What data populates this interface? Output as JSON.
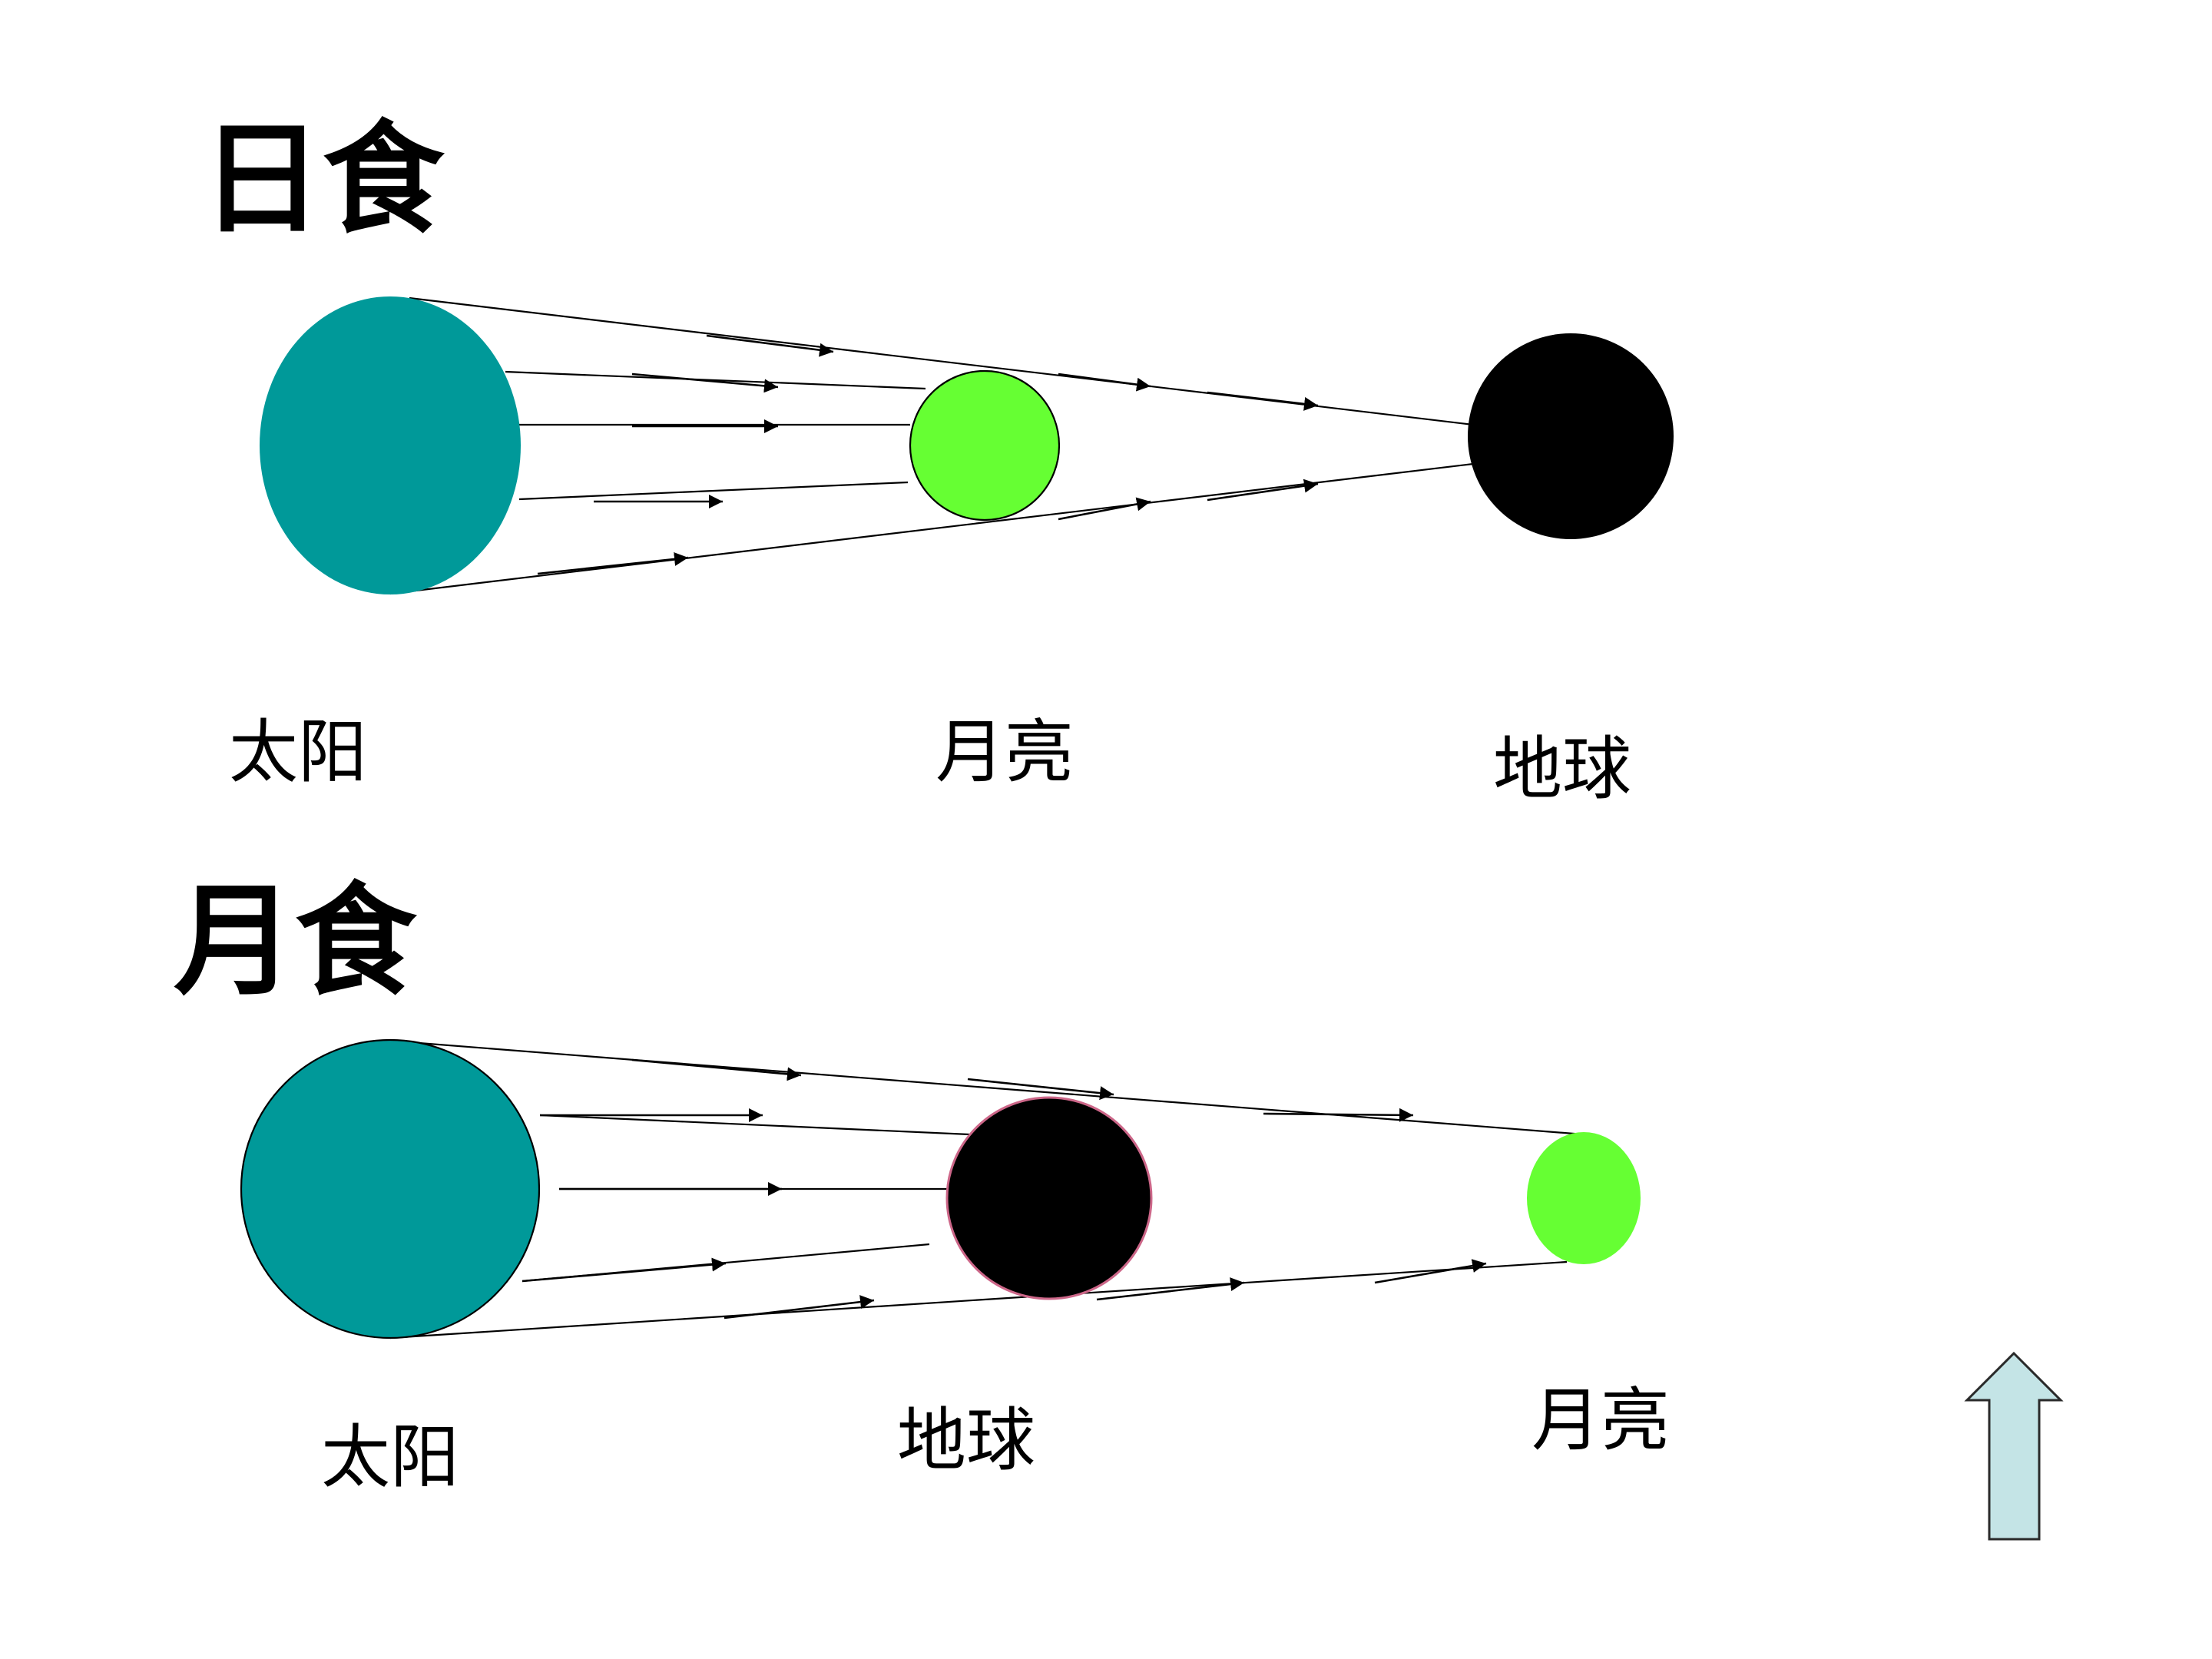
{
  "solar_eclipse": {
    "title": "日食",
    "sun_label": "太阳",
    "moon_label": "月亮",
    "earth_label": "地球"
  },
  "lunar_eclipse": {
    "title": "月食",
    "sun_label": "太阳",
    "earth_label": "地球",
    "moon_label": "月亮"
  },
  "colors": {
    "sun": "#009999",
    "moon": "#66ff33",
    "earth": "#000000",
    "earth_outline_lunar": "#cc6688",
    "nav_arrow_fill": "#c4e4e6",
    "nav_arrow_stroke": "#2a2a2a"
  },
  "icons": {
    "nav_arrow": "up-arrow-icon"
  }
}
